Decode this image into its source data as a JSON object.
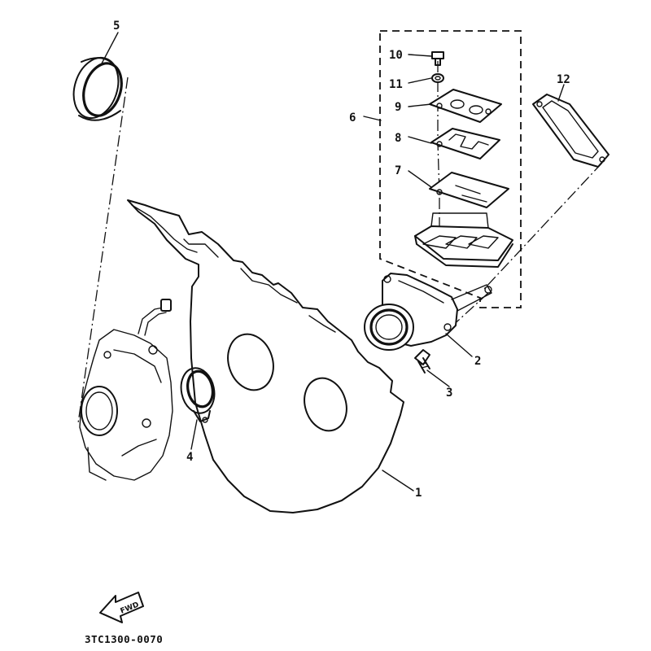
{
  "callouts": {
    "c1": "1",
    "c2": "2",
    "c3": "3",
    "c4": "4",
    "c5": "5",
    "c6": "6",
    "c7": "7",
    "c8": "8",
    "c9": "9",
    "c10": "10",
    "c11": "11",
    "c12": "12"
  },
  "fwd_label": "FWD",
  "drawing_code": "3TC1300-0070",
  "icons": {
    "forward_arrow": "fwd-arrow-icon"
  }
}
